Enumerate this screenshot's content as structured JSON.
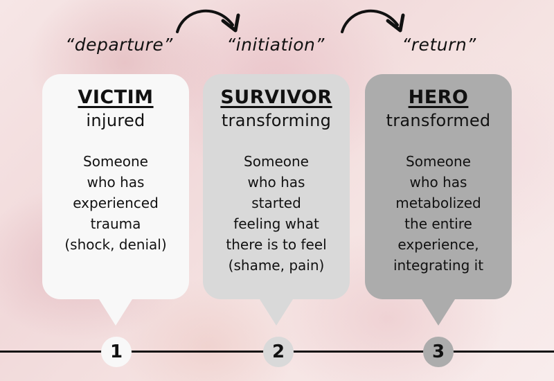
{
  "stages": [
    {
      "label": "“departure”",
      "title": "VICTIM",
      "subtitle": "injured",
      "description_lines": [
        "Someone",
        "who has",
        "experienced",
        "trauma",
        "(shock, denial)"
      ],
      "step_number": "1",
      "fill_color": "#f8f8f8"
    },
    {
      "label": "“initiation”",
      "title": "SURVIVOR",
      "subtitle": "transforming",
      "description_lines": [
        "Someone",
        "who has",
        "started",
        "feeling what",
        "there is to feel",
        "(shame, pain)"
      ],
      "step_number": "2",
      "fill_color": "#d9d9d9"
    },
    {
      "label": "“return”",
      "title": "HERO",
      "subtitle": "transformed",
      "description_lines": [
        "Someone",
        "who has",
        "metabolized",
        "the entire",
        "experience,",
        "integrating it"
      ],
      "step_number": "3",
      "fill_color": "#acacac"
    }
  ],
  "arrows": [
    {
      "from": "departure",
      "to": "initiation",
      "icon": "curved-arrow-right-icon"
    },
    {
      "from": "initiation",
      "to": "return",
      "icon": "curved-arrow-right-icon"
    }
  ],
  "colors": {
    "text": "#111111",
    "timeline": "#111111",
    "background": "#f3dfe0"
  }
}
